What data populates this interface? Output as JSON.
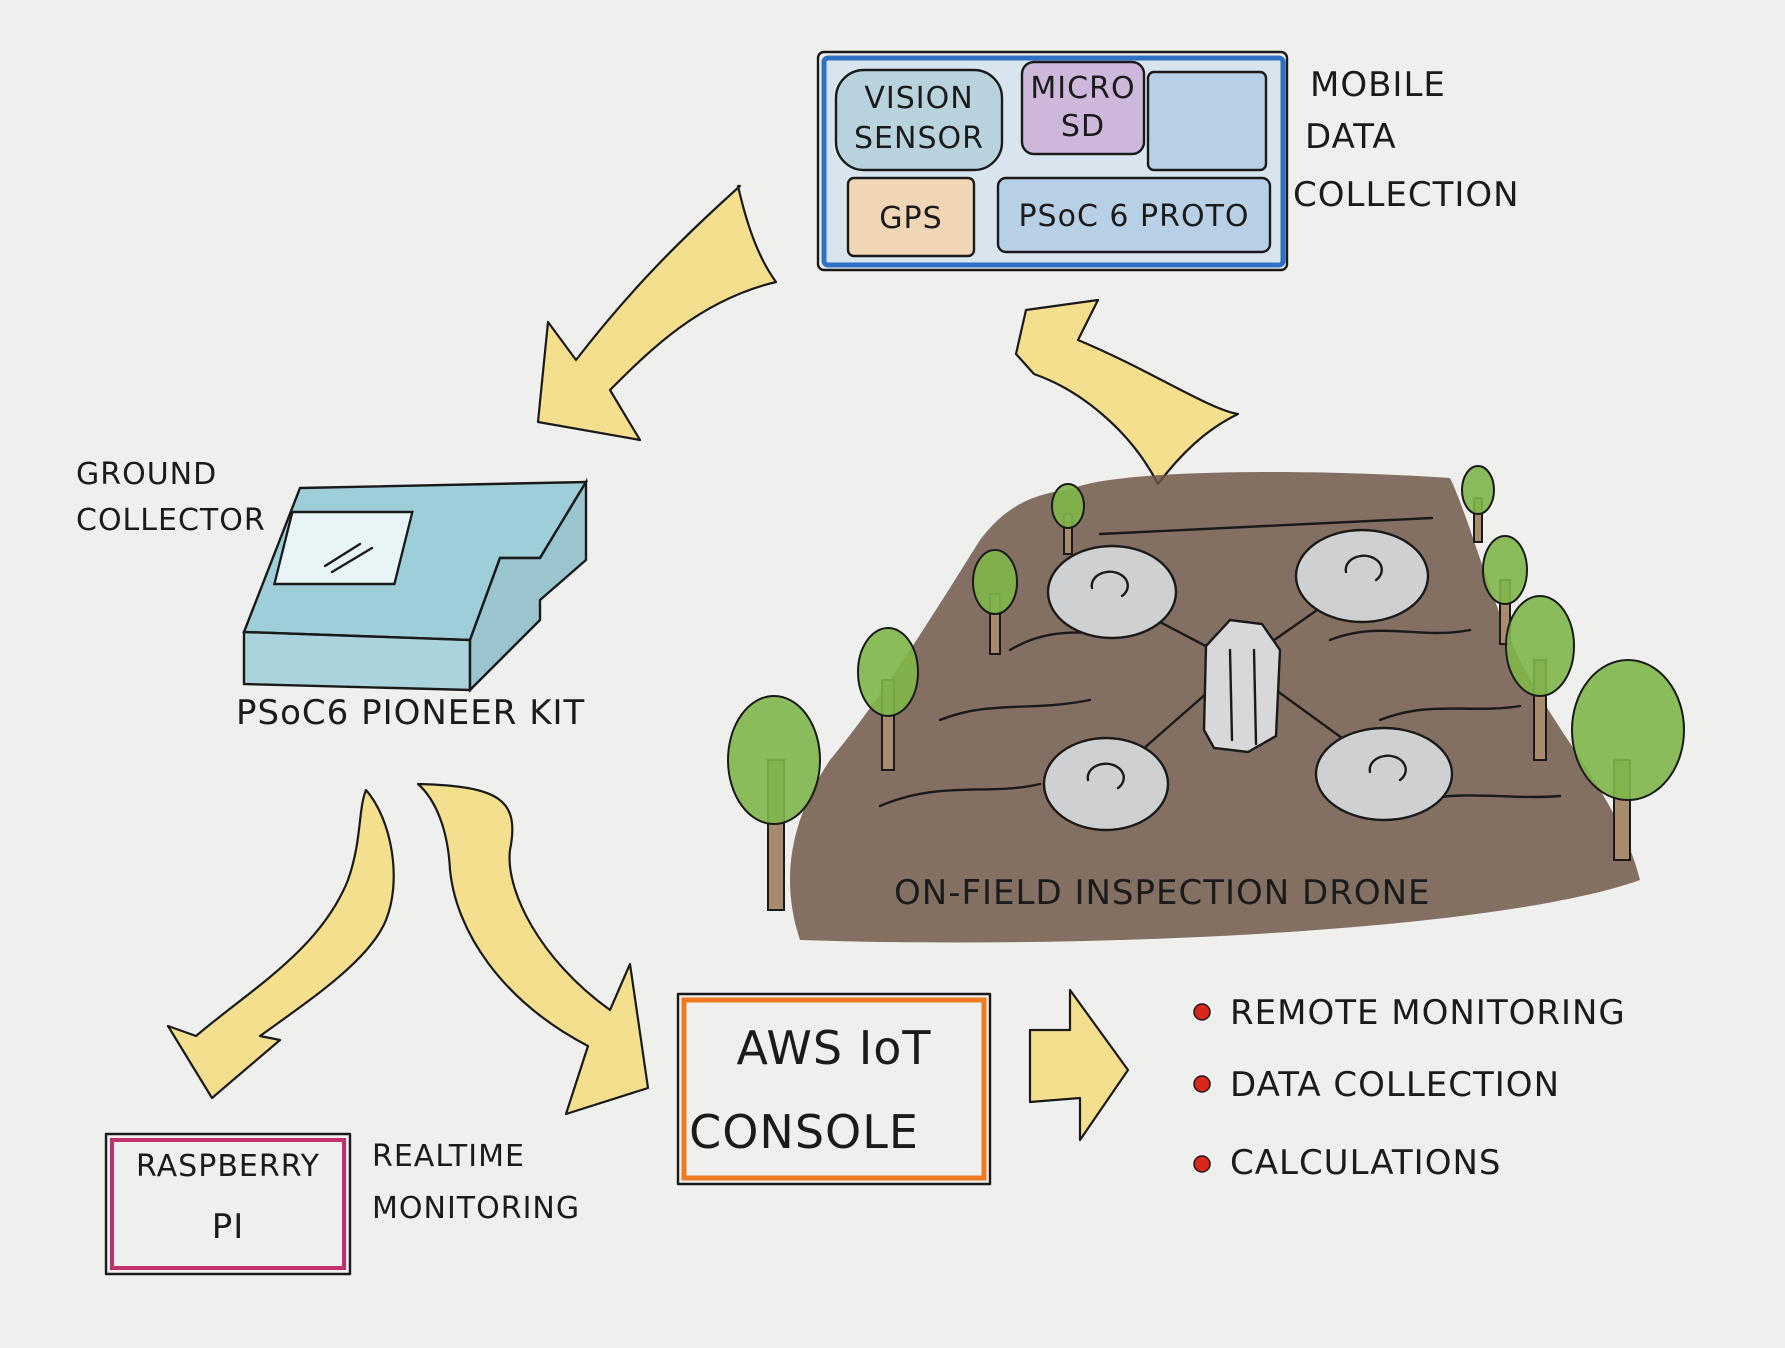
{
  "mobile_unit": {
    "title_lines": [
      "MOBILE",
      "DATA",
      "COLLECTION"
    ],
    "modules": {
      "vision_sensor": [
        "VISION",
        "SENSOR"
      ],
      "micro_sd": [
        "MICRO",
        "SD"
      ],
      "gps": "GPS",
      "psoc6_proto": "PSoC 6 PROTO"
    },
    "colors": {
      "border": "#2f6fc4",
      "vision": "#b9d3de",
      "micro_sd": "#cdb8dc",
      "gps": "#f1d6b6",
      "proto": "#b8d0e6"
    }
  },
  "ground_collector": {
    "label_lines": [
      "GROUND",
      "COLLECTOR"
    ],
    "board_label": "PSoC6 PIONEER KIT",
    "color": "#8fc8d4"
  },
  "drone": {
    "label": "ON-FIELD INSPECTION DRONE",
    "colors": {
      "soil": "#6b5443",
      "tree": "#7fb64a",
      "trunk": "#a88a6c",
      "rotor": "#cfd0d2"
    }
  },
  "raspberry_pi": {
    "lines": [
      "RASPBERRY",
      "PI"
    ],
    "caption_lines": [
      "REALTIME",
      "MONITORING"
    ],
    "color": "#c0306a"
  },
  "aws": {
    "lines": [
      "AWS IoT",
      "CONSOLE"
    ],
    "color": "#f07a22"
  },
  "outputs": {
    "items": [
      "REMOTE MONITORING",
      "DATA COLLECTION",
      "CALCULATIONS"
    ],
    "bullet_color": "#d8281c"
  },
  "arrow_color": "#f5dc7e"
}
